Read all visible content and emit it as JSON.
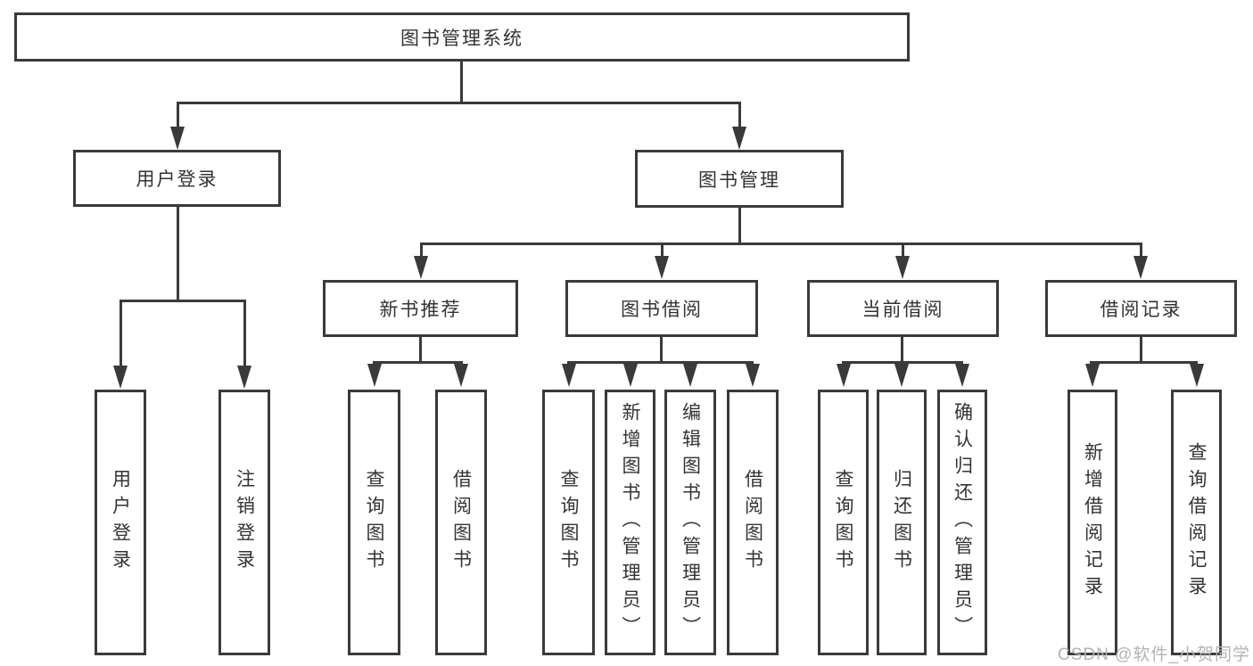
{
  "diagram_title": "图书管理系统",
  "tree": {
    "root": {
      "label": "图书管理系统"
    },
    "branches": [
      {
        "label": "用户登录",
        "children": [
          {
            "label": "用户登录"
          },
          {
            "label": "注销登录"
          }
        ]
      },
      {
        "label": "图书管理",
        "children": [
          {
            "label": "新书推荐",
            "children": [
              {
                "label": "查询图书"
              },
              {
                "label": "借阅图书"
              }
            ]
          },
          {
            "label": "图书借阅",
            "children": [
              {
                "label": "查询图书"
              },
              {
                "label": "新增图书（管理员）"
              },
              {
                "label": "编辑图书（管理员）"
              },
              {
                "label": "借阅图书"
              }
            ]
          },
          {
            "label": "当前借阅",
            "children": [
              {
                "label": "查询图书"
              },
              {
                "label": "归还图书"
              },
              {
                "label": "确认归还（管理员）"
              }
            ]
          },
          {
            "label": "借阅记录",
            "children": [
              {
                "label": "新增借阅记录"
              },
              {
                "label": "查询借阅记录"
              }
            ]
          }
        ]
      }
    ]
  },
  "watermark": {
    "text": "CSDN @软件_小贺同学"
  },
  "colors": {
    "line": "#3a3a3a",
    "text": "#333333",
    "watermark": "#b3b3b3",
    "background": "#ffffff"
  }
}
